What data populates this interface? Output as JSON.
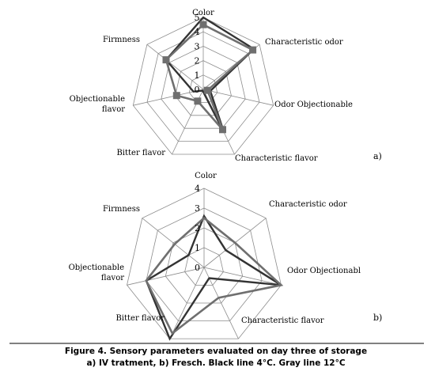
{
  "caption": {
    "line1": "Figure 4. Sensory parameters evaluated on day three of storage",
    "line2": "a) IV tratment, b) Fresch. Black line 4°C. Gray line 12°C"
  },
  "colors": {
    "black_series": "#333333",
    "gray_series": "#6f6f6f",
    "grid": "#8c8c8c"
  },
  "chart_data": [
    {
      "type": "radar",
      "panel_label": "a)",
      "axes": [
        "Color",
        "Characteristic odor",
        "Odor Objectionable",
        "Characteristic flavor",
        "Bitter flavor",
        "Objectionable flavor",
        "Firmness"
      ],
      "axis_labels": [
        "Color",
        "Characteristic odor",
        "Odor Objectionable",
        "Characteristic flavor",
        "Bitter flavor",
        "Objectionable\nflavor",
        "Firmness"
      ],
      "ticks": [
        0,
        1,
        2,
        3,
        4,
        5
      ],
      "tick_labels": [
        "0",
        "1",
        "2",
        "3",
        "4",
        "5"
      ],
      "range": [
        0,
        5
      ],
      "series": [
        {
          "values": [
            5.0,
            4.5,
            0.5,
            3.3,
            0.1,
            0.7,
            3.3
          ],
          "color": "#333333",
          "marker": "none"
        },
        {
          "values": [
            4.5,
            4.4,
            0.3,
            3.1,
            0.9,
            1.9,
            3.3
          ],
          "color": "#6f6f6f",
          "marker": "square"
        }
      ]
    },
    {
      "type": "radar",
      "panel_label": "b)",
      "axes": [
        "Color",
        "Characteristic odor",
        "Odor Objectionabl",
        "Characteristic flavor",
        "Bitter flavor",
        "Objectionable flavor",
        "Firmness"
      ],
      "axis_labels": [
        "Color",
        "Characteristic odor",
        "Odor Objectionabl",
        "Characteristic flavor",
        "Bitter flavor",
        "Objectionable\nflavor",
        "Firmness"
      ],
      "ticks": [
        0,
        1,
        2,
        3,
        4
      ],
      "tick_labels": [
        "0",
        "1",
        "2",
        "3",
        "4"
      ],
      "range": [
        0,
        4
      ],
      "series": [
        {
          "values": [
            2.6,
            1.4,
            4.0,
            0.6,
            4.0,
            3.0,
            1.0
          ],
          "color": "#333333",
          "marker": "none"
        },
        {
          "values": [
            2.5,
            2.0,
            4.0,
            1.7,
            3.7,
            3.0,
            1.9
          ],
          "color": "#6f6f6f",
          "marker": "none"
        }
      ]
    }
  ]
}
